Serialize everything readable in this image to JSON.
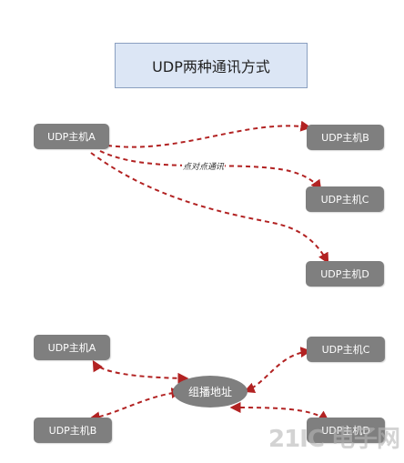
{
  "title": "UDP两种通讯方式",
  "unicast": {
    "host_a": "UDP主机A",
    "host_b": "UDP主机B",
    "host_c": "UDP主机C",
    "host_d": "UDP主机D",
    "edge_label": "点对点通讯"
  },
  "multicast": {
    "host_a": "UDP主机A",
    "host_b": "UDP主机B",
    "host_c": "UDP主机C",
    "host_d": "UDP主机D",
    "center": "组播地址"
  },
  "watermark": "21IC 电子网",
  "colors": {
    "arrow": "#b22222",
    "node": "#7f7f7f",
    "title_bg": "#dce6f5"
  }
}
